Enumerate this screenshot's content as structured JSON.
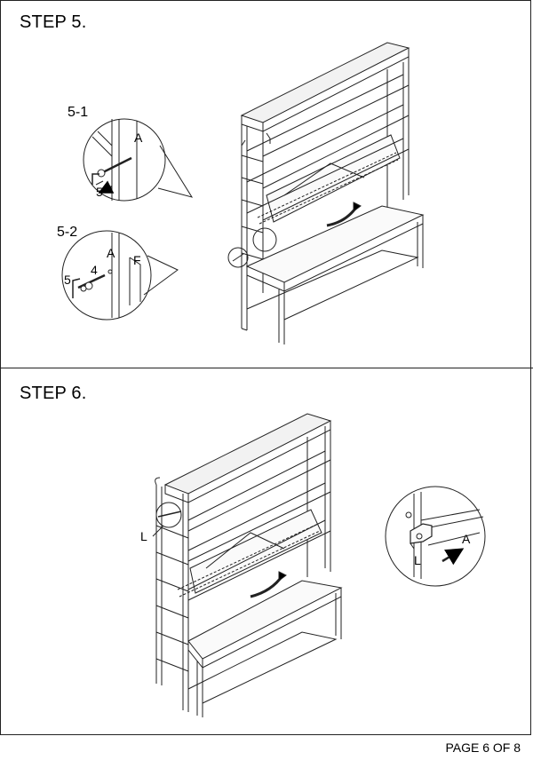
{
  "step5": {
    "title": "STEP 5.",
    "detail1": {
      "title": "5-1",
      "label_a": "A",
      "label_part": "5"
    },
    "detail2": {
      "title": "5-2",
      "label_a": "A",
      "label_f": "F",
      "label_part4": "4",
      "label_part5": "5"
    }
  },
  "step6": {
    "title": "STEP 6.",
    "label_l": "L",
    "detail": {
      "label_a": "A",
      "label_l": "L"
    }
  },
  "footer": {
    "page": "PAGE 6 OF 8"
  }
}
